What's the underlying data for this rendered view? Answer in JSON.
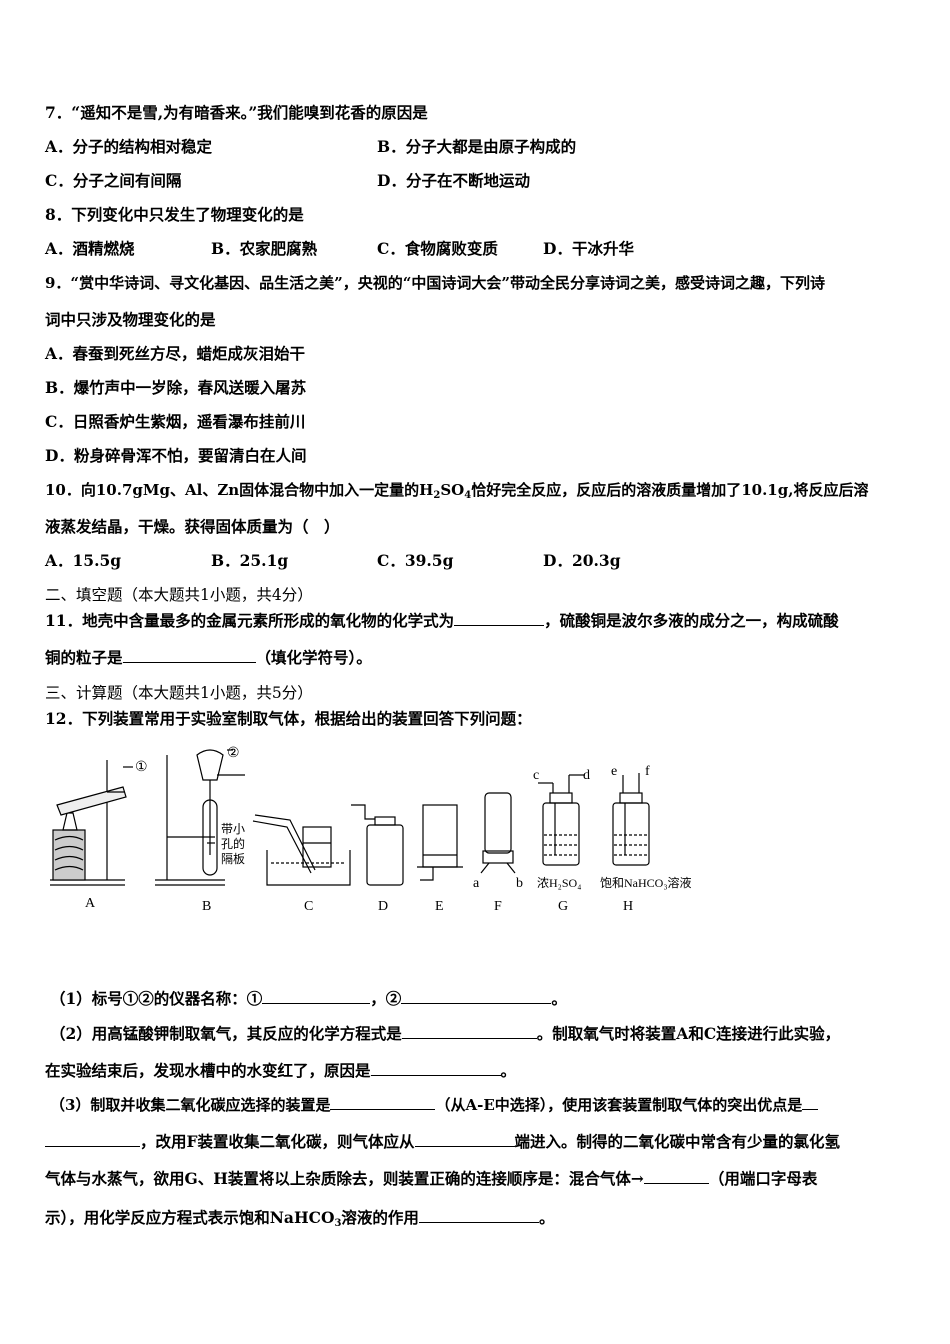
{
  "q7": {
    "stem": "7．“遥知不是雪,为有暗香来。”我们能嗅到花香的原因是",
    "A": "A．分子的结构相对稳定",
    "B": "B．分子大都是由原子构成的",
    "C": "C．分子之间有间隔",
    "D": "D．分子在不断地运动"
  },
  "q8": {
    "stem": "8．下列变化中只发生了物理变化的是",
    "A": "A．酒精燃烧",
    "B": "B．农家肥腐熟",
    "C": "C．食物腐败变质",
    "D": "D．干冰升华"
  },
  "q9": {
    "stem1": "9．“赏中华诗词、寻文化基因、品生活之美”，央视的“中国诗词大会”带动全民分享诗词之美，感受诗词之趣，下列诗",
    "stem2": "词中只涉及物理变化的是",
    "A": "A．春蚕到死丝方尽，蜡炬成灰泪始干",
    "B": "B．爆竹声中一岁除，春风送暖入屠苏",
    "C": "C．日照香炉生紫烟，遥看瀑布挂前川",
    "D": "D．粉身碎骨浑不怕，要留清白在人间"
  },
  "q10": {
    "stem1a": "10．向10.7gMg、Al、Zn固体混合物中加入一定量的H",
    "stem1b": "2",
    "stem1c": "SO",
    "stem1d": "4",
    "stem1e": "恰好完全反应，反应后的溶液质量增加了10.1g,将反应后溶",
    "stem2": "液蒸发结晶，干燥。获得固体质量为（　）",
    "A": "A．15.5g",
    "B": "B．25.1g",
    "C": "C．39.5g",
    "D": "D．20.3g"
  },
  "section2": "二、填空题（本大题共1小题，共4分）",
  "q11": {
    "p1": "11．地壳中含量最多的金属元素所形成的氧化物的化学式为",
    "p2": "，硫酸铜是波尔多液的成分之一，构成硫酸",
    "p3": "铜的粒子是",
    "p4": "（填化学符号）。"
  },
  "section3": "三、计算题（本大题共1小题，共5分）",
  "q12": {
    "stem": "12．下列装置常用于实验室制取气体，根据给出的装置回答下列问题：",
    "labels": [
      "A",
      "B",
      "C",
      "D",
      "E",
      "F",
      "G",
      "H"
    ],
    "marks": {
      "m1": "①",
      "m2": "②",
      "c": "c",
      "d": "d",
      "e": "e",
      "f": "f",
      "a": "a",
      "b": "b"
    },
    "b_note": [
      "带小",
      "孔的",
      "隔板"
    ],
    "g_note": "浓H₂SO₄",
    "h_note": "饱和NaHCO₃溶液",
    "s1a": "（1）标号①②的仪器名称：①",
    "s1b": "，②",
    "s1c": "。",
    "s2a": "（2）用高锰酸钾制取氧气，其反应的化学方程式是",
    "s2b": "。制取氧气时将装置A和C连接进行此实验，",
    "s2c": "在实验结束后，发现水槽中的水变红了，原因是",
    "s2d": "。",
    "s3a": "（3）制取并收集二氧化碳应选择的装置是",
    "s3b": "（从A-E中选择），使用该套装置制取气体的突出优点是",
    "s3c": "，改用F装置收集二氧化碳，则气体应从",
    "s3d": "端进入。制得的二氧化碳中常含有少量的氯化氢",
    "s3e": "气体与水蒸气，欲用G、H装置将以上杂质除去，则装置正确的连接顺序是：混合气体→",
    "s3f": "（用端口字母表",
    "s3g": "示），用化学反应方程式表示饱和NaHCO",
    "s3g_sub": "3",
    "s3h": "溶液的作用",
    "s3i": "。"
  }
}
